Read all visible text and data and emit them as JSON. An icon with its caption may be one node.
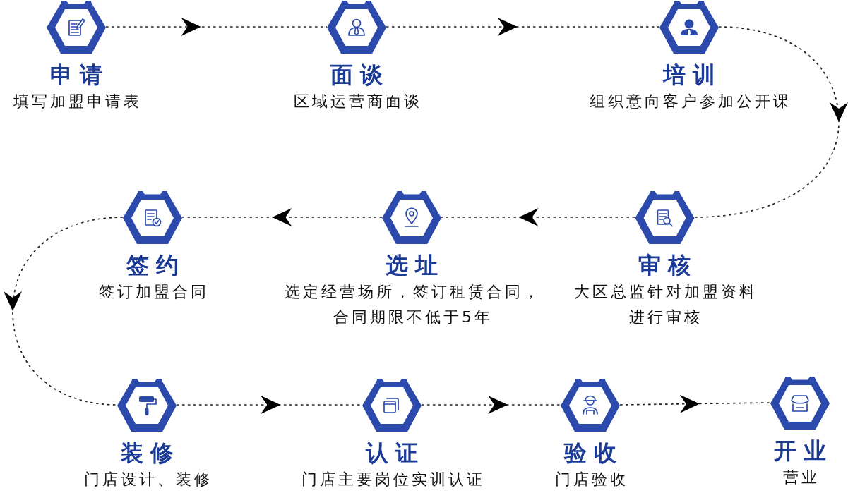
{
  "diagram": {
    "nodes": [
      {
        "text": [
          "申请",
          "填写加盟申请表"
        ]
      },
      {
        "text": [
          "面谈",
          "区域运营商面谈"
        ]
      },
      {
        "text": [
          "培训",
          "组织意向客户参加公开课"
        ]
      },
      {
        "text": [
          "签约",
          "签订加盟合同"
        ]
      },
      {
        "text": [
          "选址",
          "选定经营场所，签订租赁合同，合同期限不低于5年"
        ]
      },
      {
        "text": [
          "审核",
          "大区总监针对加盟资料进行审核"
        ]
      },
      {
        "text": [
          "装修",
          "门店设计、装修"
        ]
      },
      {
        "text": [
          "认证",
          "门店主要岗位实训认证"
        ]
      },
      {
        "text": [
          "验收",
          "门店验收"
        ]
      },
      {
        "text": [
          "开业",
          "营业"
        ]
      }
    ],
    "edges": [
      {
        "from": 0,
        "to": 1,
        "arrow": "to"
      },
      {
        "from": 1,
        "to": 2,
        "arrow": "to"
      },
      {
        "from": 2,
        "to": 5,
        "arrow": "to"
      },
      {
        "from": 5,
        "to": 4,
        "arrow": "to"
      },
      {
        "from": 4,
        "to": 3,
        "arrow": "to"
      },
      {
        "from": 3,
        "to": 6,
        "arrow": "to"
      },
      {
        "from": 6,
        "to": 7,
        "arrow": "to"
      },
      {
        "from": 7,
        "to": 8,
        "arrow": "to"
      },
      {
        "from": 8,
        "to": 9,
        "arrow": "to"
      }
    ]
  }
}
